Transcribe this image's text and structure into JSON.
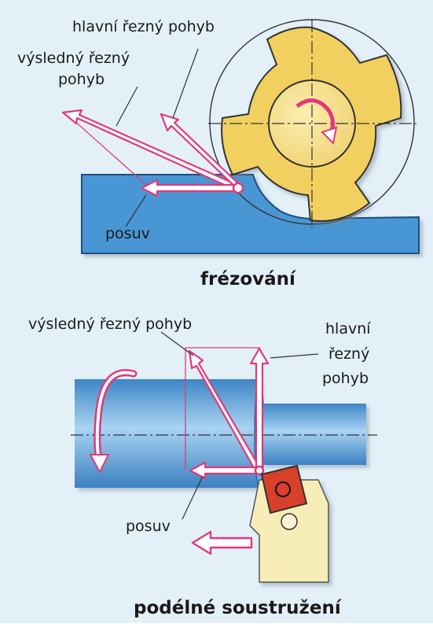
{
  "background_color": "#e4f0f8",
  "colors": {
    "workpiece_blue": "#4a96d4",
    "cutter_yellow": "#f2d060",
    "arrow_pink": "#e0397a",
    "insert_red": "#d8402a",
    "holder_yellow": "#f6eeb6"
  },
  "milling": {
    "label_main": "hlavní řezný pohyb",
    "label_result_line1": "výsledný řezný",
    "label_result_line2": "pohyb",
    "label_feed": "posuv",
    "title": "frézování"
  },
  "turning": {
    "label_result": "výsledný řezný pohyb",
    "label_main_line1": "hlavní",
    "label_main_line2": "řezný",
    "label_main_line3": "pohyb",
    "label_feed": "posuv",
    "title": "podélné soustružení"
  }
}
